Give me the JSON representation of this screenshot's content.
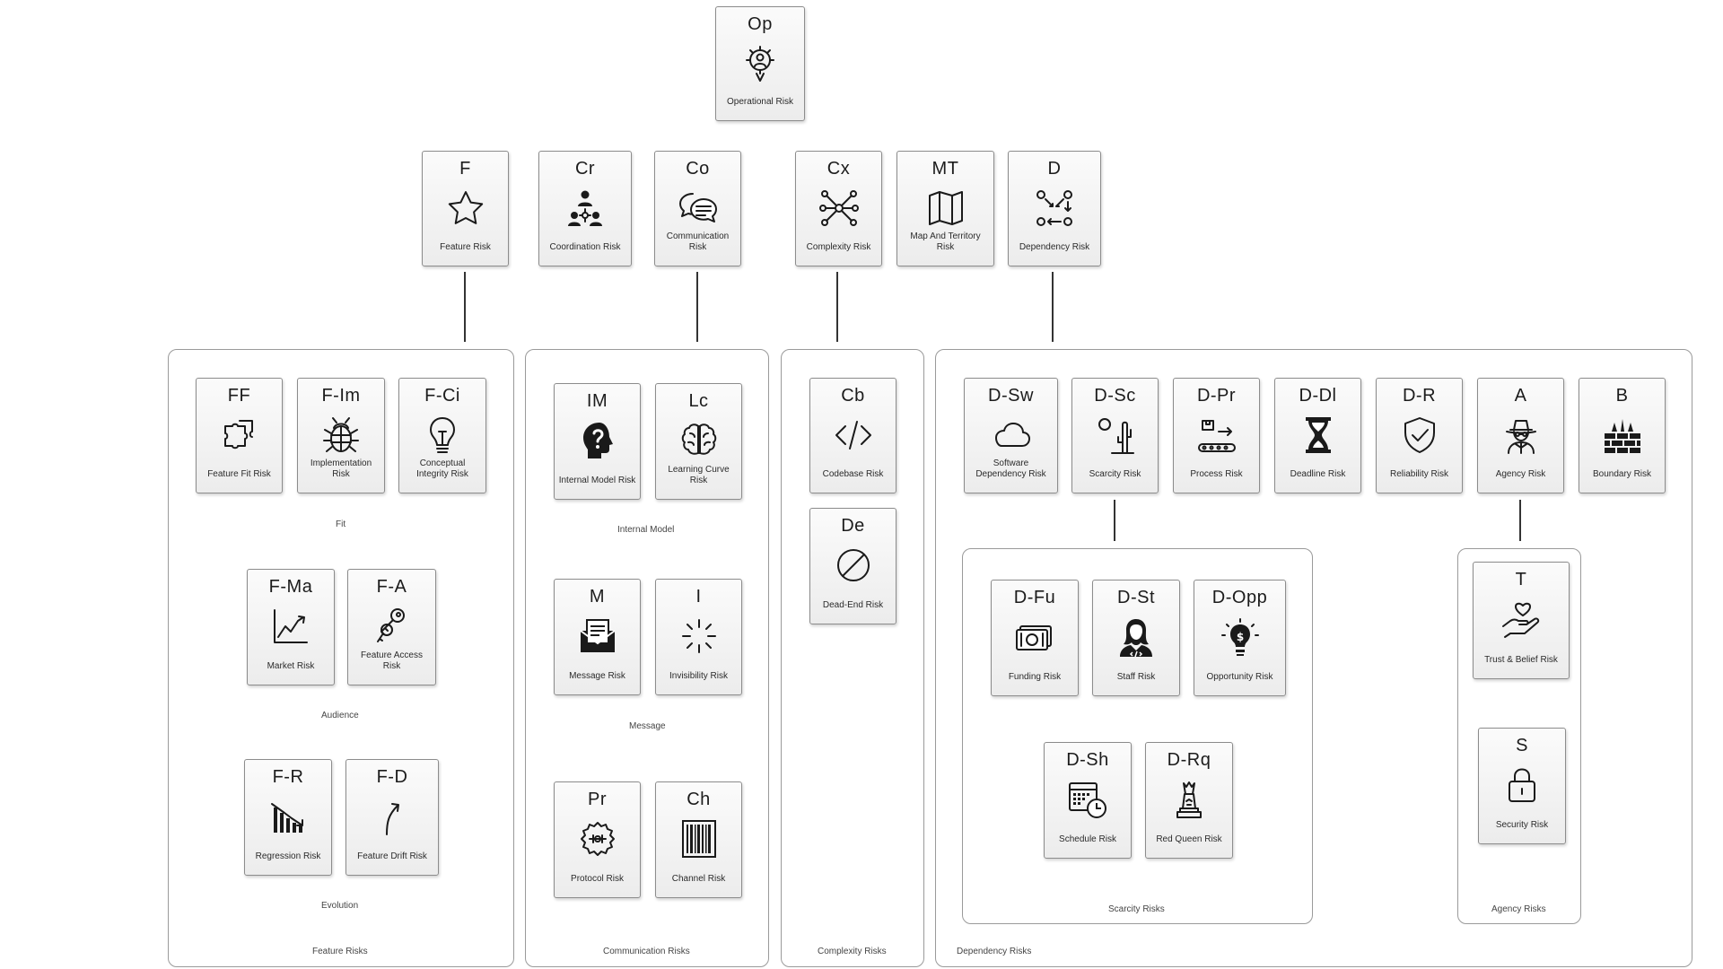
{
  "top": {
    "code": "Op",
    "label": "Operational Risk",
    "icon": "gear-person-icon"
  },
  "row1": [
    {
      "code": "F",
      "label": "Feature Risk",
      "icon": "star-icon"
    },
    {
      "code": "Cr",
      "label": "Coordination Risk",
      "icon": "people-network-icon"
    },
    {
      "code": "Co",
      "label": "Communication Risk",
      "icon": "chat-bubbles-icon"
    },
    {
      "code": "Cx",
      "label": "Complexity Risk",
      "icon": "network-nodes-icon"
    },
    {
      "code": "MT",
      "label": "Map And Territory Risk",
      "icon": "map-icon"
    },
    {
      "code": "D",
      "label": "Dependency Risk",
      "icon": "dependency-arrows-icon"
    }
  ],
  "feature": {
    "title": "Feature Risks",
    "fit_label": "Fit",
    "audience_label": "Audience",
    "evolution_label": "Evolution",
    "cards": [
      {
        "code": "FF",
        "label": "Feature Fit Risk",
        "icon": "puzzle-icon"
      },
      {
        "code": "F-Im",
        "label": "Implementation Risk",
        "icon": "bug-icon"
      },
      {
        "code": "F-Ci",
        "label": "Conceptual Integrity Risk",
        "icon": "lightbulb-icon"
      },
      {
        "code": "F-Ma",
        "label": "Market Risk",
        "icon": "chart-up-icon"
      },
      {
        "code": "F-A",
        "label": "Feature Access Risk",
        "icon": "keys-icon"
      },
      {
        "code": "F-R",
        "label": "Regression Risk",
        "icon": "chart-down-icon"
      },
      {
        "code": "F-D",
        "label": "Feature Drift Risk",
        "icon": "curved-arrow-icon"
      }
    ]
  },
  "communication": {
    "title": "Communication Risks",
    "internal_label": "Internal Model",
    "message_label": "Message",
    "cards": [
      {
        "code": "IM",
        "label": "Internal Model Risk",
        "icon": "head-question-icon"
      },
      {
        "code": "Lc",
        "label": "Learning Curve Risk",
        "icon": "brain-icon"
      },
      {
        "code": "M",
        "label": "Message Risk",
        "icon": "envelope-icon"
      },
      {
        "code": "I",
        "label": "Invisibility Risk",
        "icon": "loading-rays-icon"
      },
      {
        "code": "Pr",
        "label": "Protocol Risk",
        "icon": "protocol-gear-icon"
      },
      {
        "code": "Ch",
        "label": "Channel Risk",
        "icon": "barcode-icon"
      }
    ]
  },
  "complexity": {
    "title": "Complexity Risks",
    "cards": [
      {
        "code": "Cb",
        "label": "Codebase Risk",
        "icon": "code-icon"
      },
      {
        "code": "De",
        "label": "Dead-End Risk",
        "icon": "prohibited-icon"
      }
    ]
  },
  "dependency": {
    "title": "Dependency Risks",
    "scarcity_title": "Scarcity Risks",
    "agency_title": "Agency Risks",
    "cards": [
      {
        "code": "D-Sw",
        "label": "Software Dependency Risk",
        "icon": "cloud-icon"
      },
      {
        "code": "D-Sc",
        "label": "Scarcity Risk",
        "icon": "cactus-sun-icon"
      },
      {
        "code": "D-Pr",
        "label": "Process Risk",
        "icon": "conveyor-icon"
      },
      {
        "code": "D-Dl",
        "label": "Deadline Risk",
        "icon": "hourglass-icon"
      },
      {
        "code": "D-R",
        "label": "Reliability Risk",
        "icon": "shield-check-icon"
      },
      {
        "code": "A",
        "label": "Agency Risk",
        "icon": "spy-icon"
      },
      {
        "code": "B",
        "label": "Boundary Risk",
        "icon": "brick-wall-icon"
      }
    ],
    "scarcity_cards": [
      {
        "code": "D-Fu",
        "label": "Funding Risk",
        "icon": "money-icon"
      },
      {
        "code": "D-St",
        "label": "Staff Risk",
        "icon": "staff-person-icon"
      },
      {
        "code": "D-Opp",
        "label": "Opportunity Risk",
        "icon": "lightbulb-dollar-icon"
      },
      {
        "code": "D-Sh",
        "label": "Schedule Risk",
        "icon": "calendar-clock-icon"
      },
      {
        "code": "D-Rq",
        "label": "Red Queen Risk",
        "icon": "chess-queen-icon"
      }
    ],
    "agency_cards": [
      {
        "code": "T",
        "label": "Trust & Belief Risk",
        "icon": "hand-heart-icon"
      },
      {
        "code": "S",
        "label": "Security Risk",
        "icon": "padlock-icon"
      }
    ]
  }
}
